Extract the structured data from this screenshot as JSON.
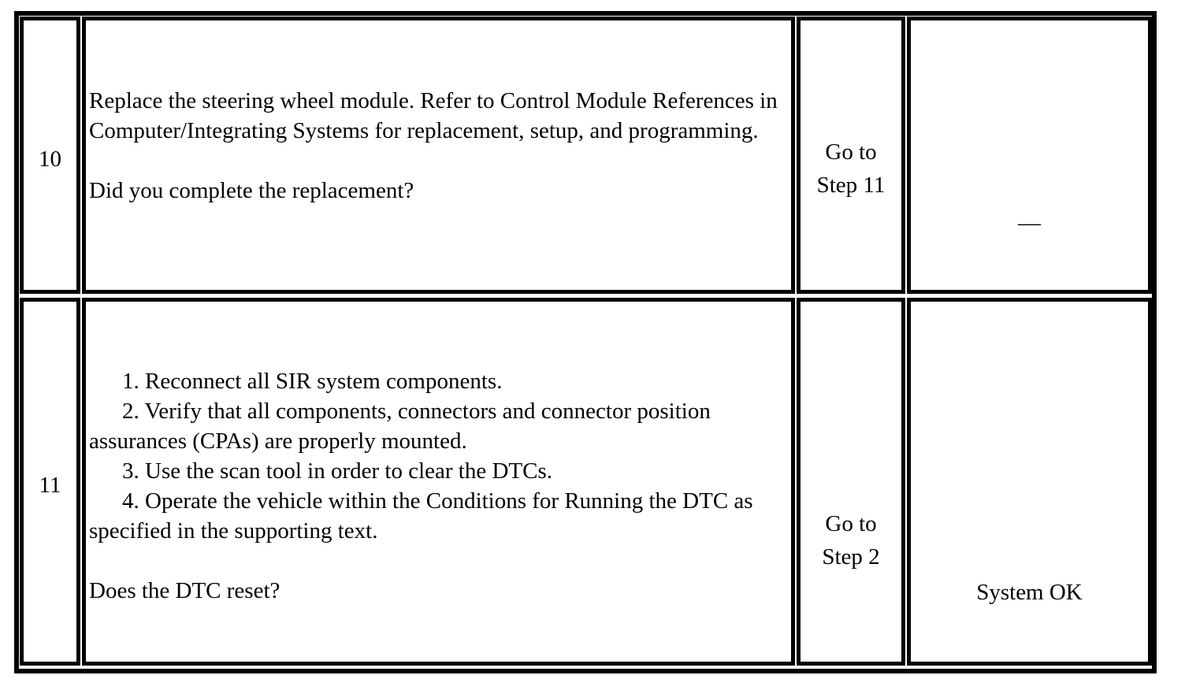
{
  "rows": [
    {
      "step": "10",
      "action_lines": [
        "Replace the steering wheel module. Refer to Control Module References in Computer/Integrating Systems for replacement, setup, and programming."
      ],
      "question": "Did you complete the replacement?",
      "yes_line1": "Go to",
      "yes_line2": "Step  11",
      "no": "—"
    },
    {
      "step": "11",
      "items": [
        "1. Reconnect all SIR system components.",
        "2. Verify that all components, connectors and connector position assurances (CPAs) are properly mounted.",
        "3. Use the scan tool in order to clear the DTCs.",
        "4. Operate the vehicle within the Conditions for Running the DTC as specified in the supporting text."
      ],
      "question": "Does the DTC reset?",
      "yes_line1": "Go to",
      "yes_line2": "Step  2",
      "no": "System OK"
    }
  ]
}
